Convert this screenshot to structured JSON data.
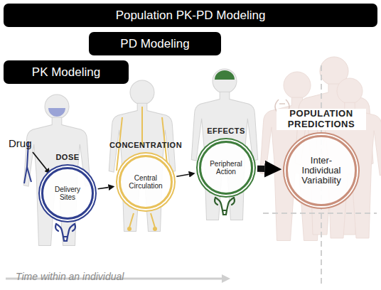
{
  "diagram": {
    "nodes": [
      {
        "text": [
          "Population PK-PD Modeling"
        ]
      },
      {
        "text": [
          "PD Modeling"
        ]
      },
      {
        "text": [
          "PK Modeling"
        ]
      },
      {
        "text": [
          "DOSE",
          "Delivery Sites"
        ]
      },
      {
        "text": [
          "CONCENTRATION",
          "Central Circulation"
        ]
      },
      {
        "text": [
          "EFFECTS",
          "Peripheral Action"
        ]
      },
      {
        "text": [
          "POPULATION PREDICTIONS",
          "Inter-Individual Variability"
        ]
      }
    ],
    "edges": [
      {
        "from": 3,
        "to": 4,
        "arrow": "to"
      },
      {
        "from": 4,
        "to": 5,
        "arrow": "to"
      },
      {
        "from": 5,
        "to": 6,
        "arrow": "to"
      }
    ],
    "labels": [
      "Drug",
      "Time within an individual"
    ]
  }
}
